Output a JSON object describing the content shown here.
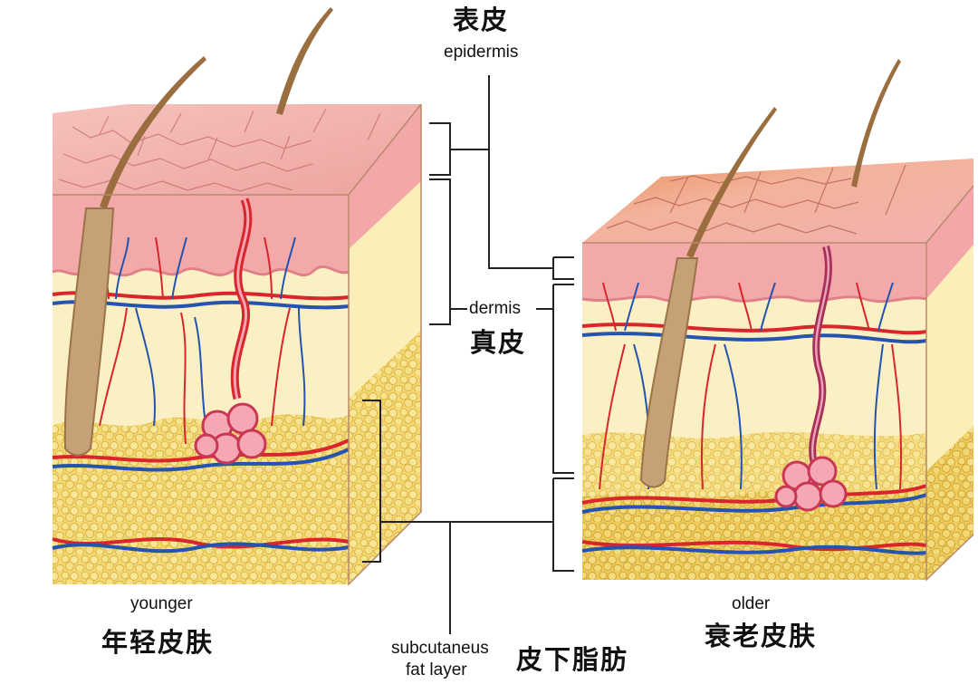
{
  "labels": {
    "epidermis_cn": "表皮",
    "epidermis_en": "epidermis",
    "dermis_en": "dermis",
    "dermis_cn": "真皮",
    "subcutaneous_en_line1": "subcutaneus",
    "subcutaneous_en_line2": "fat layer",
    "subcutaneous_cn": "皮下脂肪",
    "younger_en": "younger",
    "younger_cn": "年轻皮肤",
    "older_en": "older",
    "older_cn": "衰老皮肤"
  },
  "colors": {
    "epidermis": "#f2a9a6",
    "epidermis_dark": "#e07f86",
    "epidermis_aged": "#e9a37a",
    "dermis": "#fbf1c6",
    "fat": "#f2d66c",
    "fat_cell": "#e2b93f",
    "artery": "#d8262c",
    "vein": "#2454b0",
    "hair": "#a77c47",
    "gland": "#e05070"
  }
}
